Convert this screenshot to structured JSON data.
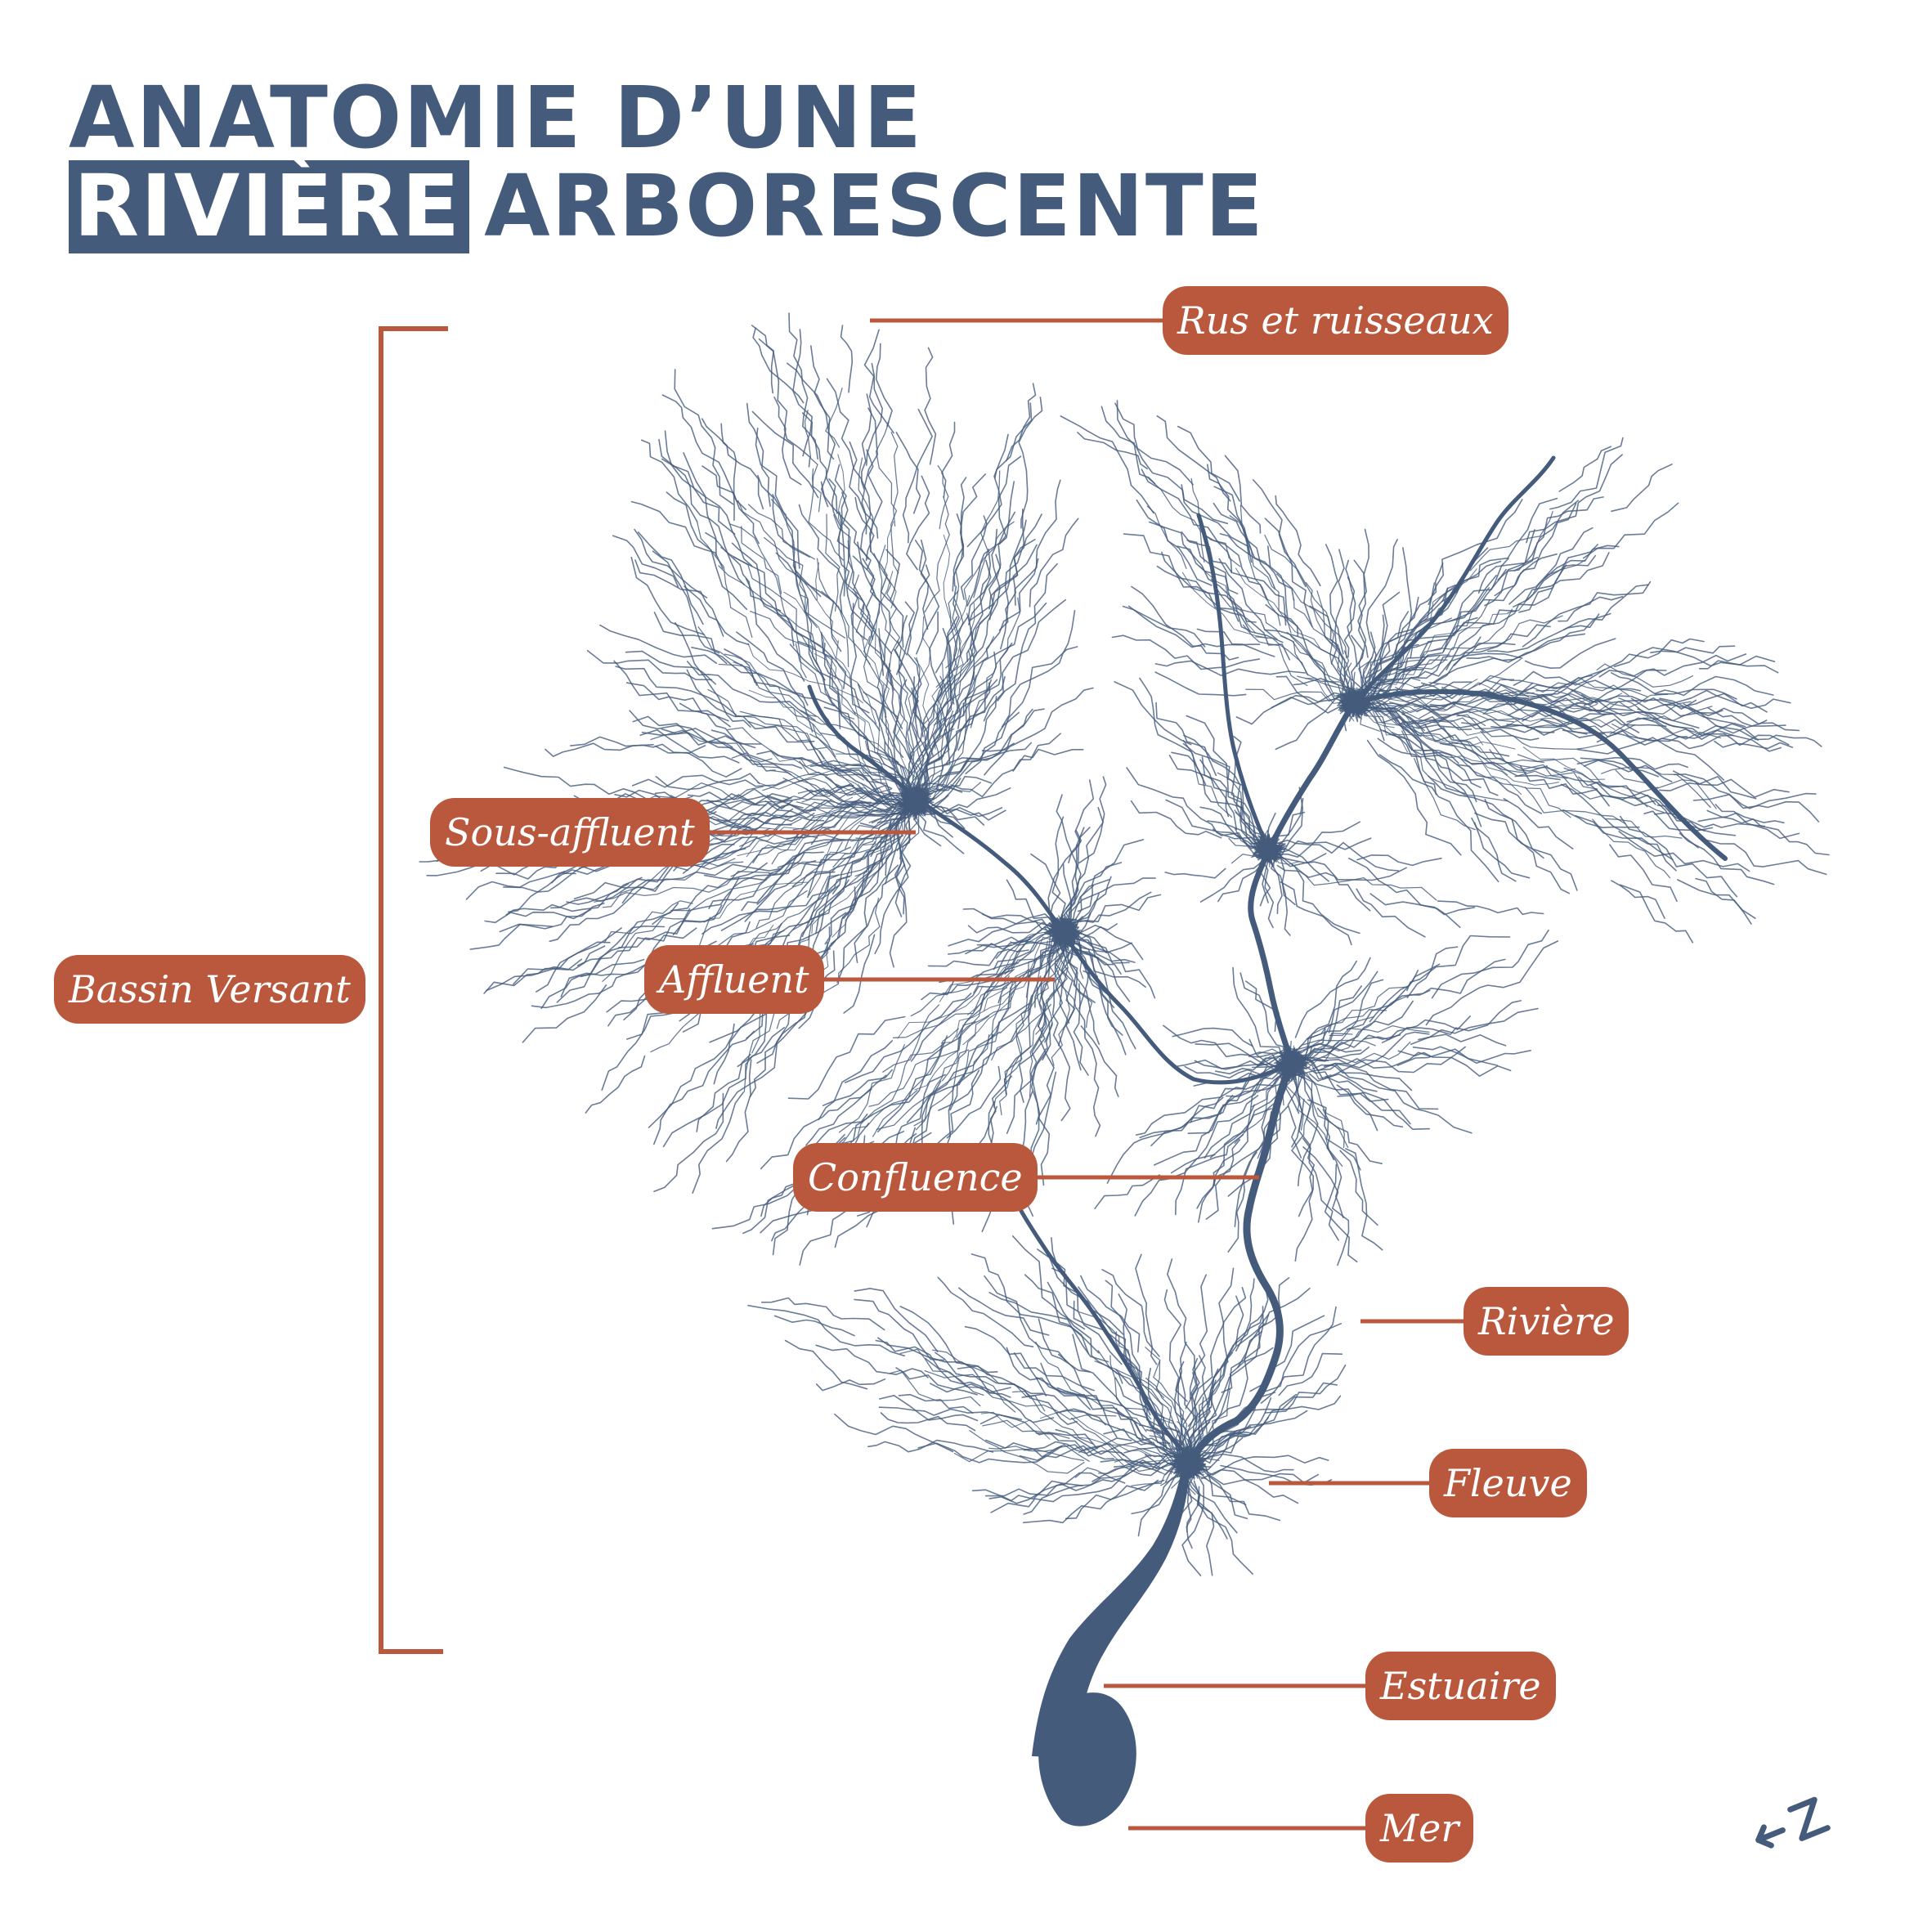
{
  "title": {
    "line1": "ANATOMIE D’UNE",
    "highlight": "RIVIÈRE",
    "line2_rest": "ARBORESCENTE"
  },
  "labels": {
    "rus": "Rus et ruisseaux",
    "sous_affluent": "Sous-affluent",
    "bassin": "Bassin Versant",
    "affluent": "Affluent",
    "confluence": "Confluence",
    "riviere": "Rivière",
    "fleuve": "Fleuve",
    "estuaire": "Estuaire",
    "mer": "Mer"
  },
  "north_arrow": {
    "letter": "N"
  },
  "colors": {
    "river": "#455b7c",
    "accent": "#b9583c",
    "background": "#ffffff"
  }
}
